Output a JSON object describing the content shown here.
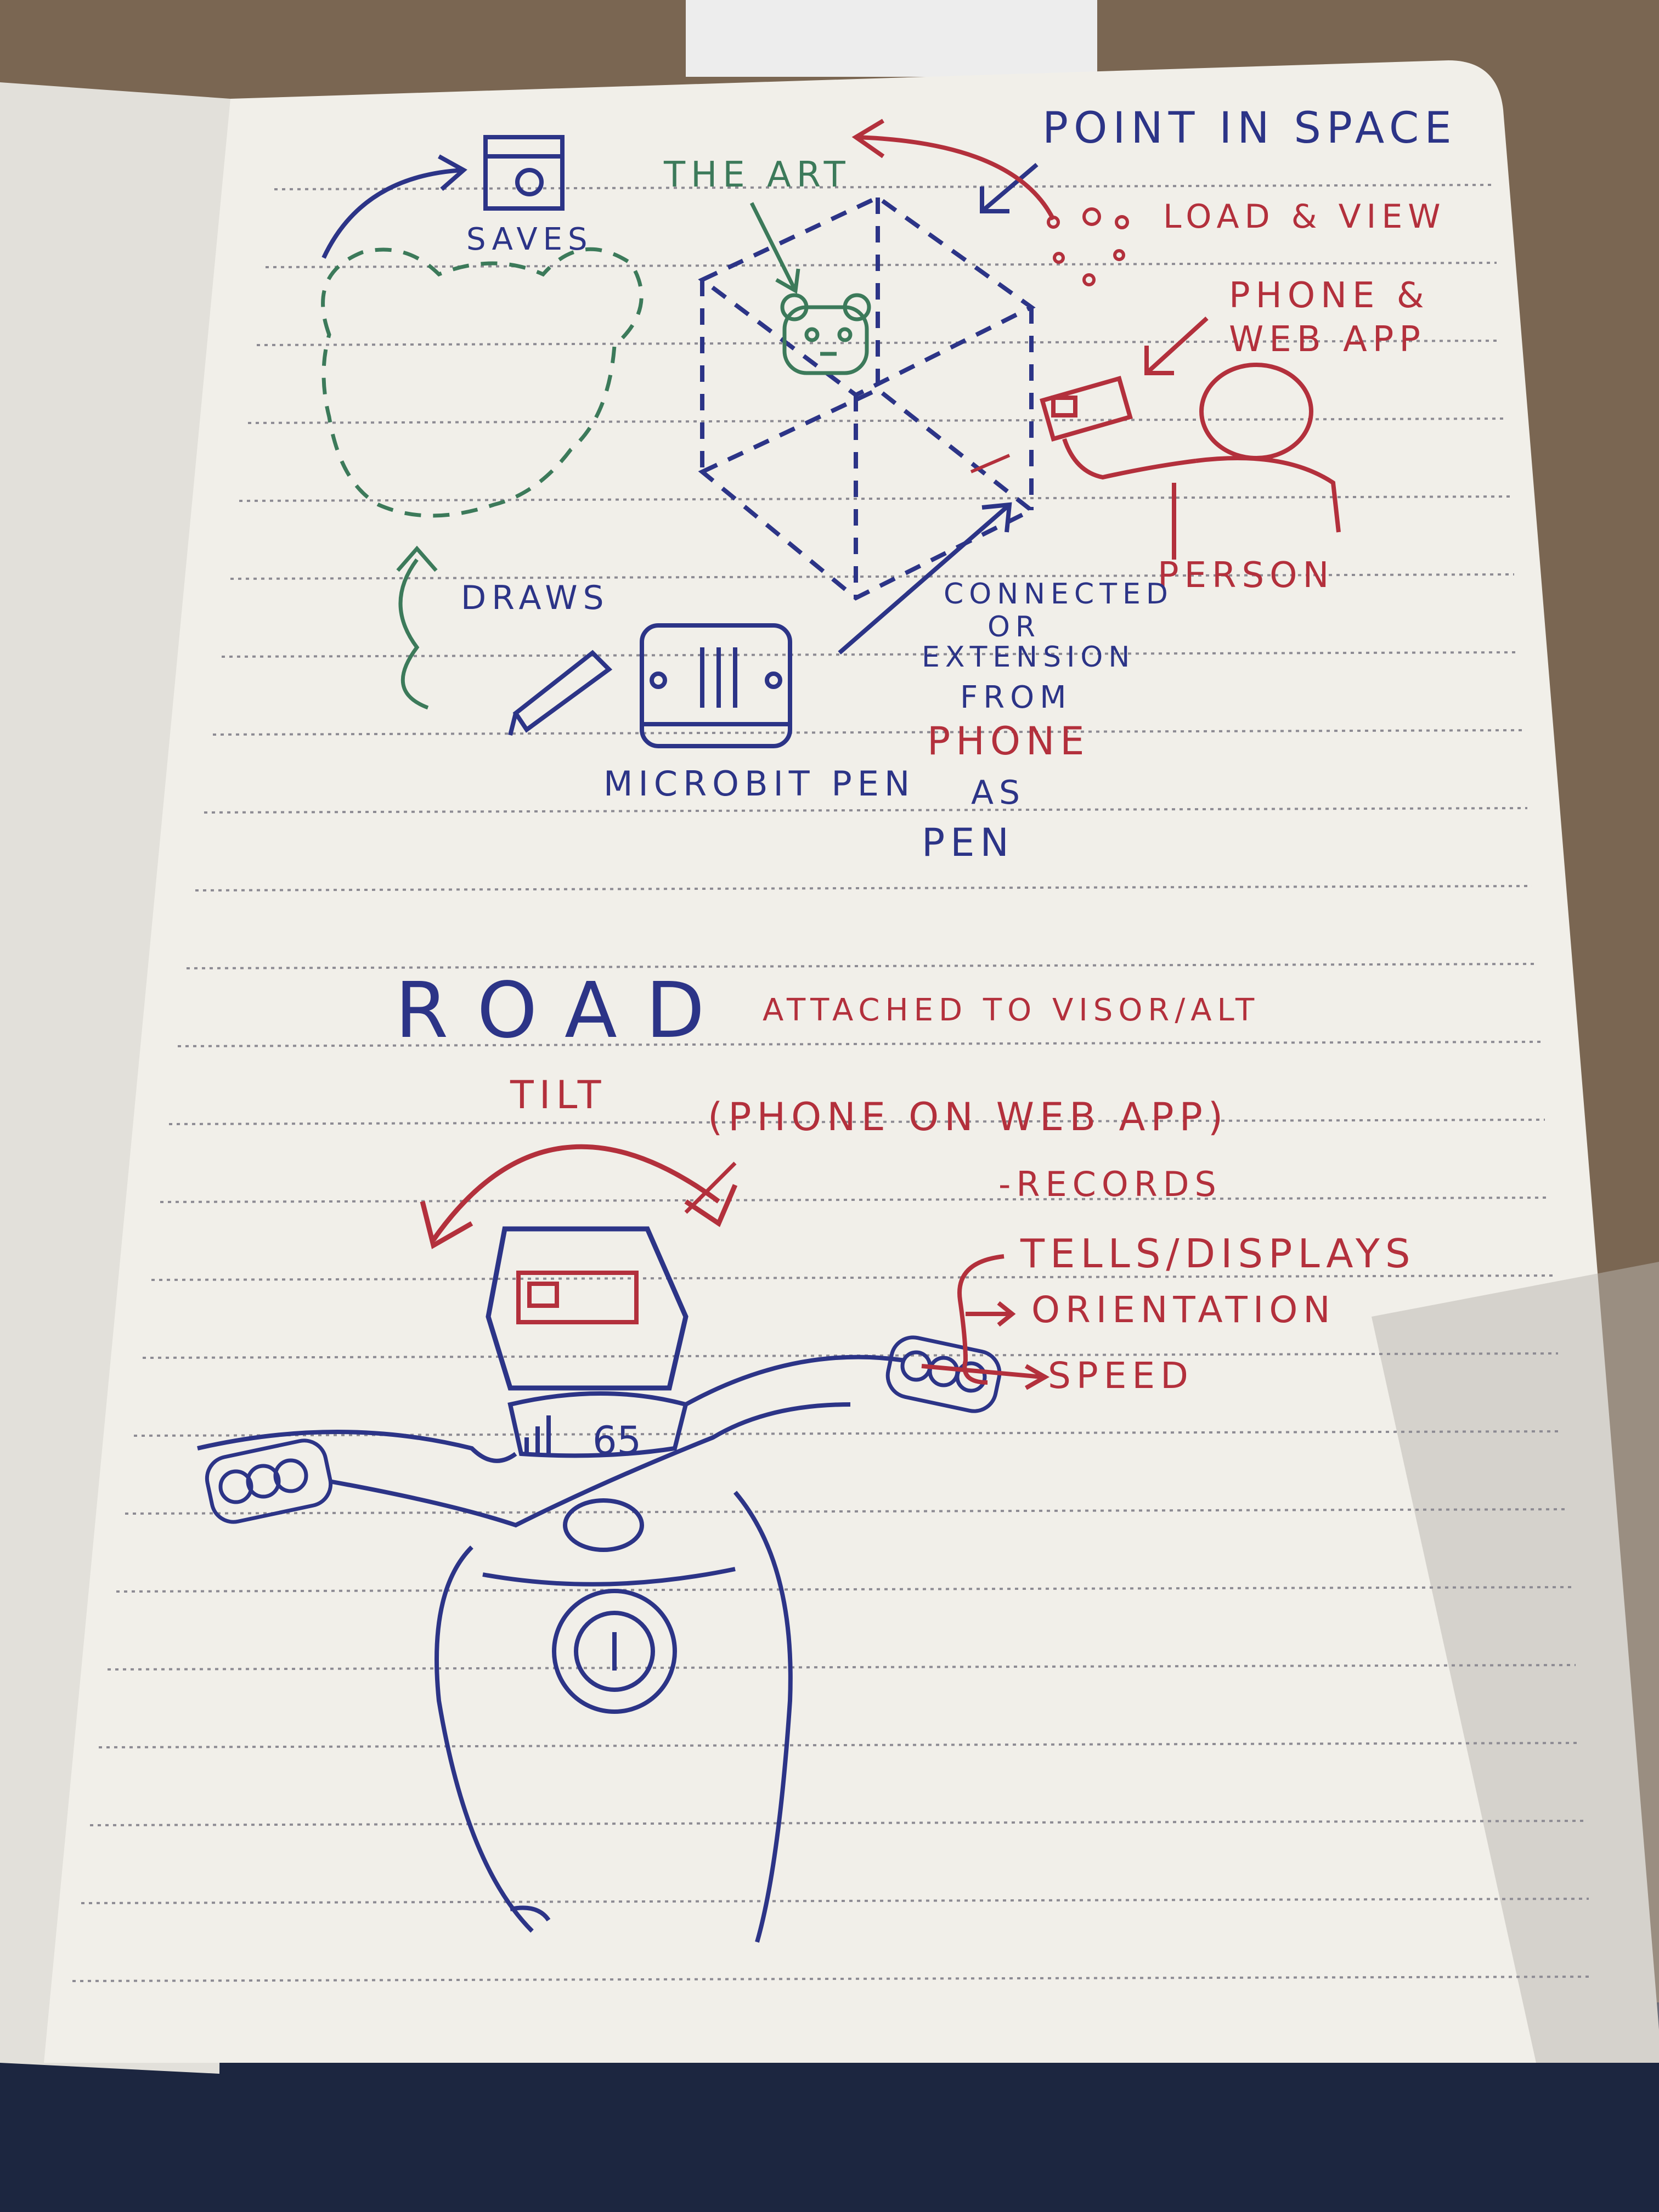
{
  "colors": {
    "blue_ink": "#2c3487",
    "red_ink": "#b3303c",
    "green_ink": "#3c7a5a",
    "paper": "#f1efe9",
    "line": "#7f7f86"
  },
  "sketch_top": {
    "point_in_space": "POINT IN SPACE",
    "the_art": "THE ART",
    "saves": "SAVES",
    "load_view": "LOAD & VIEW",
    "phone_web_app_1": "PHONE &",
    "phone_web_app_2": "WEB APP",
    "person": "PERSON",
    "draws": "DRAWS",
    "connected": [
      "CONNECTED",
      "OR",
      "EXTENSION",
      "FROM"
    ],
    "phone": "PHONE",
    "as_pen": [
      "AS",
      "PEN"
    ],
    "microbit_pen": "MICROBIT PEN"
  },
  "sketch_bottom": {
    "heading": "ROAD",
    "attached": "ATTACHED TO VISOR/ALT",
    "tilt": "TILT",
    "phone_on_web_app": "(PHONE ON WEB APP)",
    "records": "-RECORDS",
    "tells_displays": "TELLS/DISPLAYS",
    "orientation": "ORIENTATION",
    "speed": "SPEED",
    "speed_value": "65"
  }
}
